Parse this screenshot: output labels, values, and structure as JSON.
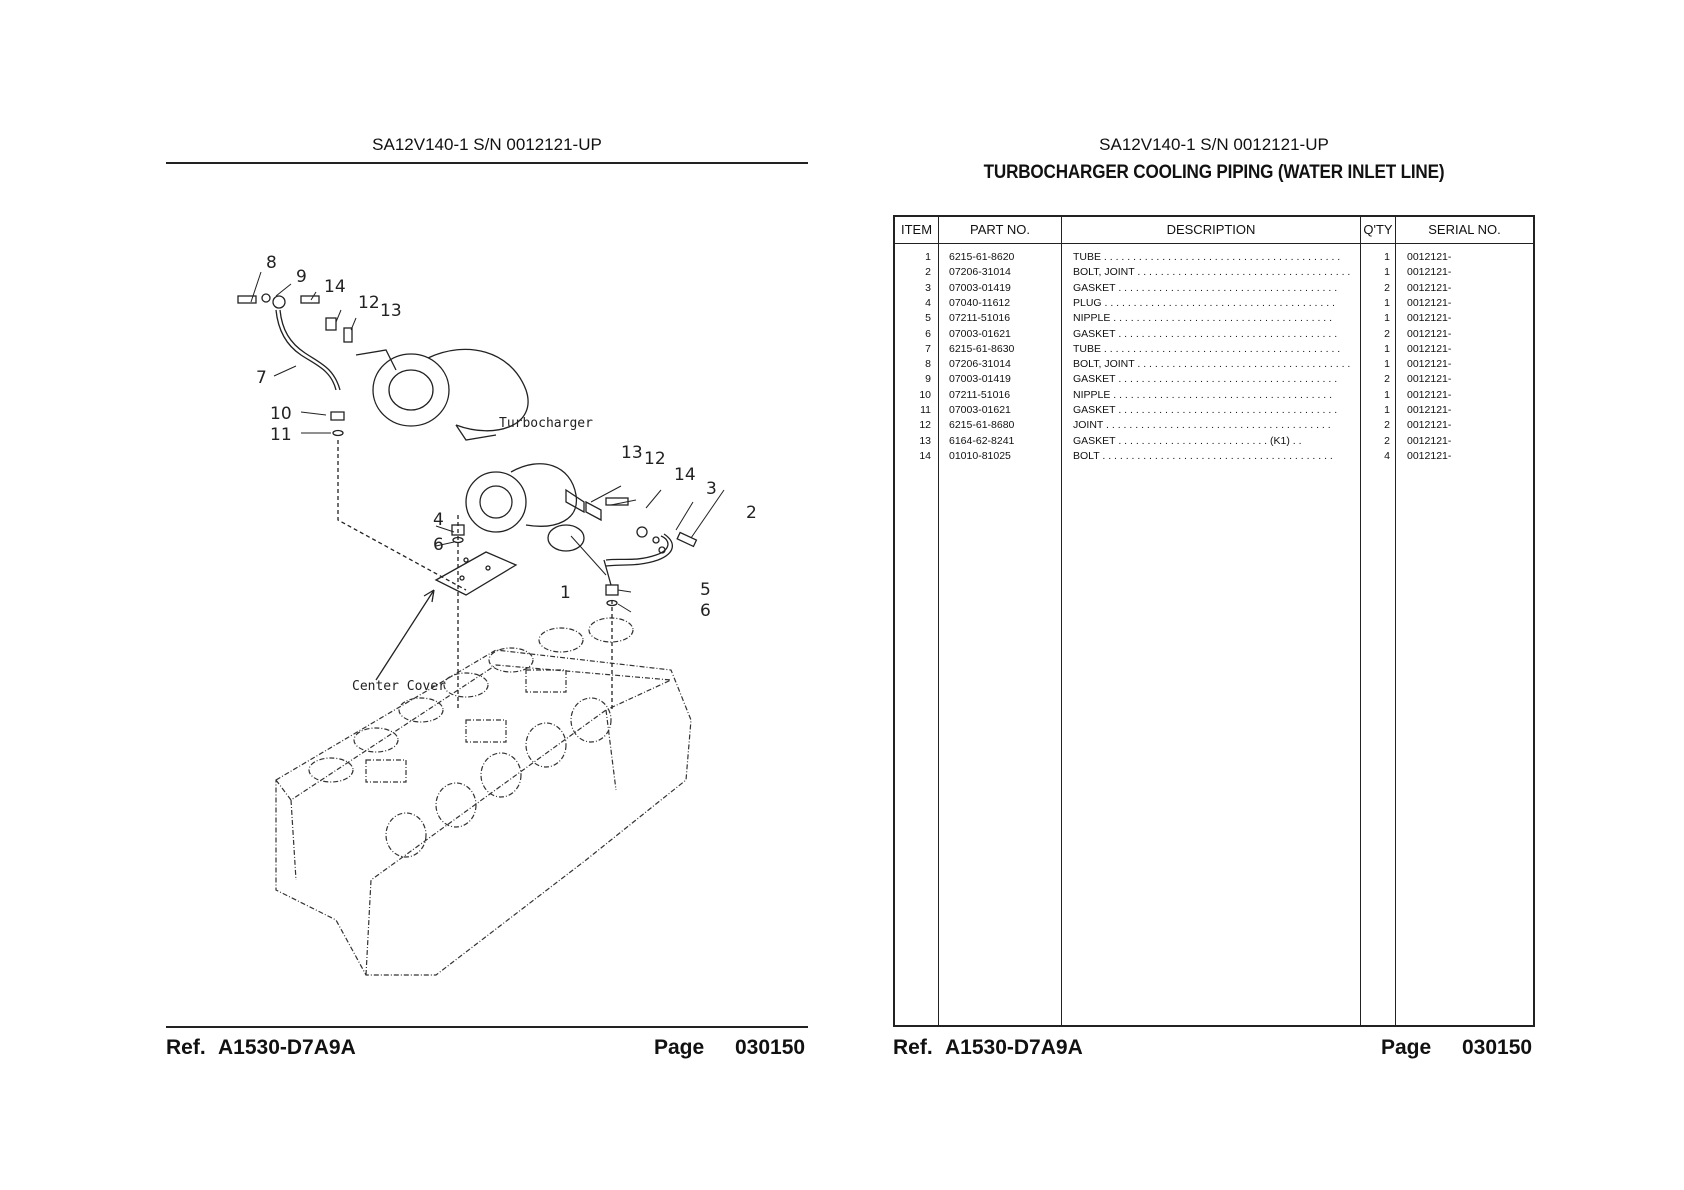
{
  "left_page": {
    "model": "SA12V140-1 S/N 0012121-UP",
    "figure": {
      "callouts": [
        "8",
        "9",
        "14",
        "12",
        "13",
        "7",
        "10",
        "11",
        "Turbocharger",
        "13",
        "12",
        "14",
        "3",
        "2",
        "4",
        "6",
        "1",
        "5",
        "6",
        "Center Cover"
      ]
    },
    "footer": {
      "ref_label": "Ref.",
      "ref_value": "A1530-D7A9A",
      "page_label": "Page",
      "page_value": "030150"
    }
  },
  "right_page": {
    "model": "SA12V140-1 S/N 0012121-UP",
    "title": "TURBOCHARGER COOLING PIPING (WATER INLET LINE)",
    "table": {
      "headers": [
        "ITEM",
        "PART NO.",
        "DESCRIPTION",
        "Q'TY",
        "SERIAL NO."
      ],
      "rows": [
        {
          "item": "1",
          "part": "6215-61-8620",
          "desc": "TUBE . . . . . . . . . . . . . . . . . . . . . . . . . . . . . . . . . . . . . . . . .",
          "qty": "1",
          "serial": "0012121-"
        },
        {
          "item": "2",
          "part": "07206-31014",
          "desc": "BOLT, JOINT . . . . . . . . . . . . . . . . . . . . . . . . . . . . . . . . . . . . .",
          "qty": "1",
          "serial": "0012121-"
        },
        {
          "item": "3",
          "part": "07003-01419",
          "desc": "GASKET . . . . . . . . . . . . . . . . . . . . . . . . . . . . . . . . . . . . . .",
          "qty": "2",
          "serial": "0012121-"
        },
        {
          "item": "4",
          "part": "07040-11612",
          "desc": "PLUG . . . . . . . . . . . . . . . . . . . . . . . . . . . . . . . . . . . . . . . .",
          "qty": "1",
          "serial": "0012121-"
        },
        {
          "item": "5",
          "part": "07211-51016",
          "desc": "NIPPLE . . . . . . . . . . . . . . . . . . . . . . . . . . . . . . . . . . . . . .",
          "qty": "1",
          "serial": "0012121-"
        },
        {
          "item": "6",
          "part": "07003-01621",
          "desc": "GASKET . . . . . . . . . . . . . . . . . . . . . . . . . . . . . . . . . . . . . .",
          "qty": "2",
          "serial": "0012121-"
        },
        {
          "item": "7",
          "part": "6215-61-8630",
          "desc": "TUBE . . . . . . . . . . . . . . . . . . . . . . . . . . . . . . . . . . . . . . . . .",
          "qty": "1",
          "serial": "0012121-"
        },
        {
          "item": "8",
          "part": "07206-31014",
          "desc": "BOLT, JOINT . . . . . . . . . . . . . . . . . . . . . . . . . . . . . . . . . . . . .",
          "qty": "1",
          "serial": "0012121-"
        },
        {
          "item": "9",
          "part": "07003-01419",
          "desc": "GASKET . . . . . . . . . . . . . . . . . . . . . . . . . . . . . . . . . . . . . .",
          "qty": "2",
          "serial": "0012121-"
        },
        {
          "item": "10",
          "part": "07211-51016",
          "desc": "NIPPLE . . . . . . . . . . . . . . . . . . . . . . . . . . . . . . . . . . . . . .",
          "qty": "1",
          "serial": "0012121-"
        },
        {
          "item": "11",
          "part": "07003-01621",
          "desc": "GASKET . . . . . . . . . . . . . . . . . . . . . . . . . . . . . . . . . . . . . .",
          "qty": "1",
          "serial": "0012121-"
        },
        {
          "item": "12",
          "part": "6215-61-8680",
          "desc": "JOINT . . . . . . . . . . . . . . . . . . . . . . . . . . . . . . . . . . . . . . .",
          "qty": "2",
          "serial": "0012121-"
        },
        {
          "item": "13",
          "part": "6164-62-8241",
          "desc": "GASKET . . . . . . . . . . . . . . . . . . . . . . . . . . (K1) . .",
          "qty": "2",
          "serial": "0012121-"
        },
        {
          "item": "14",
          "part": "01010-81025",
          "desc": "BOLT . . . . . . . . . . . . . . . . . . . . . . . . . . . . . . . . . . . . . . . .",
          "qty": "4",
          "serial": "0012121-"
        }
      ]
    },
    "footer": {
      "ref_label": "Ref.",
      "ref_value": "A1530-D7A9A",
      "page_label": "Page",
      "page_value": "030150"
    }
  }
}
